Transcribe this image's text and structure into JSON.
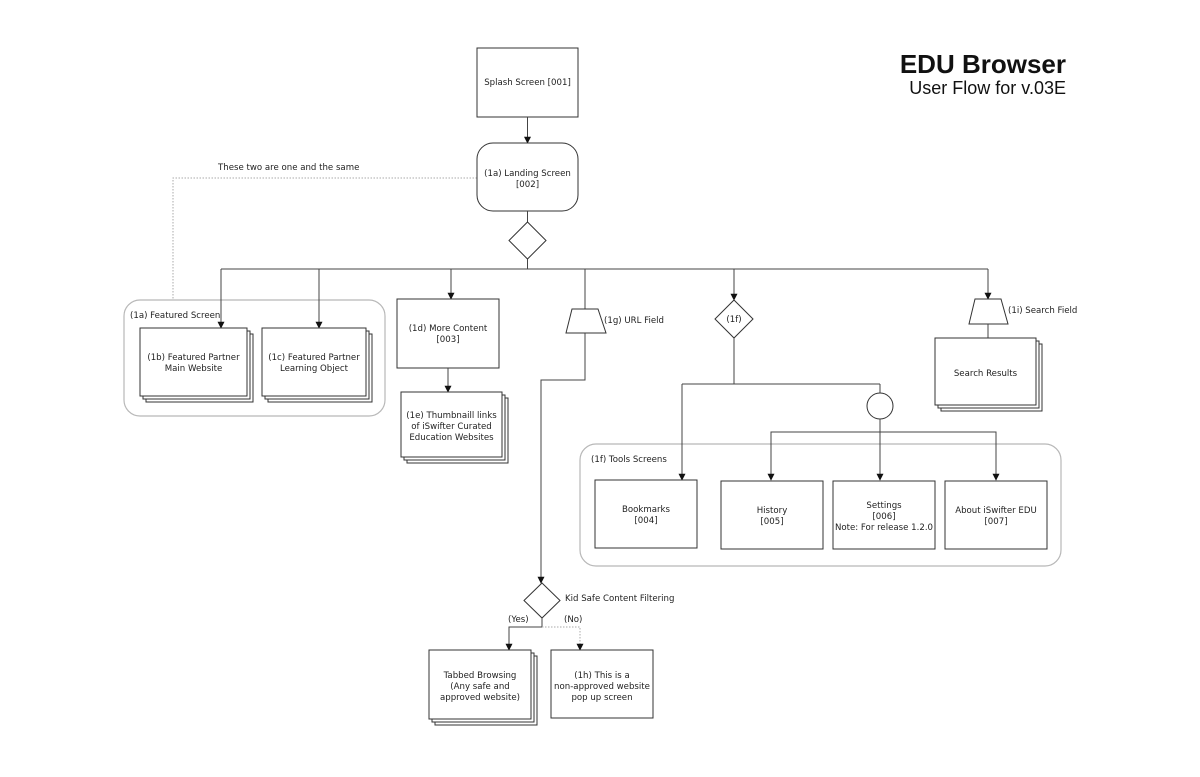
{
  "header": {
    "title": "EDU Browser",
    "subtitle": "User Flow for v.03E"
  },
  "annotation": "These two are one and the same",
  "nodes": {
    "splash": [
      "Splash Screen [001]"
    ],
    "landing": [
      "(1a) Landing Screen",
      "[002]"
    ],
    "featured_group": "(1a) Featured Screen",
    "featured_main": [
      "(1b) Featured Partner",
      "Main Website"
    ],
    "featured_learning": [
      "(1c) Featured Partner",
      "Learning Object"
    ],
    "more_content": [
      "(1d) More Content",
      "[003]"
    ],
    "thumbnails": [
      "(1e) Thumbnaill links",
      "of iSwifter Curated",
      "Education Websites"
    ],
    "url_field": "(1g) URL Field",
    "tools_decision": "(1f)",
    "search_field": "(1i) Search Field",
    "search_results": [
      "Search Results"
    ],
    "tools_group": "(1f) Tools Screens",
    "bookmarks": [
      "Bookmarks",
      "[004]"
    ],
    "history": [
      "History",
      "[005]"
    ],
    "settings": [
      "Settings",
      "[006]",
      "Note: For release 1.2.0"
    ],
    "about": [
      "About iSwifter EDU",
      "[007]"
    ],
    "kid_safe": "Kid Safe Content Filtering",
    "yes_label": "(Yes)",
    "no_label": "(No)",
    "tabbed_browsing": [
      "Tabbed Browsing",
      "(Any safe and",
      "approved website)"
    ],
    "non_approved": [
      "(1h) This is a",
      "non-approved website",
      "pop up screen"
    ]
  }
}
